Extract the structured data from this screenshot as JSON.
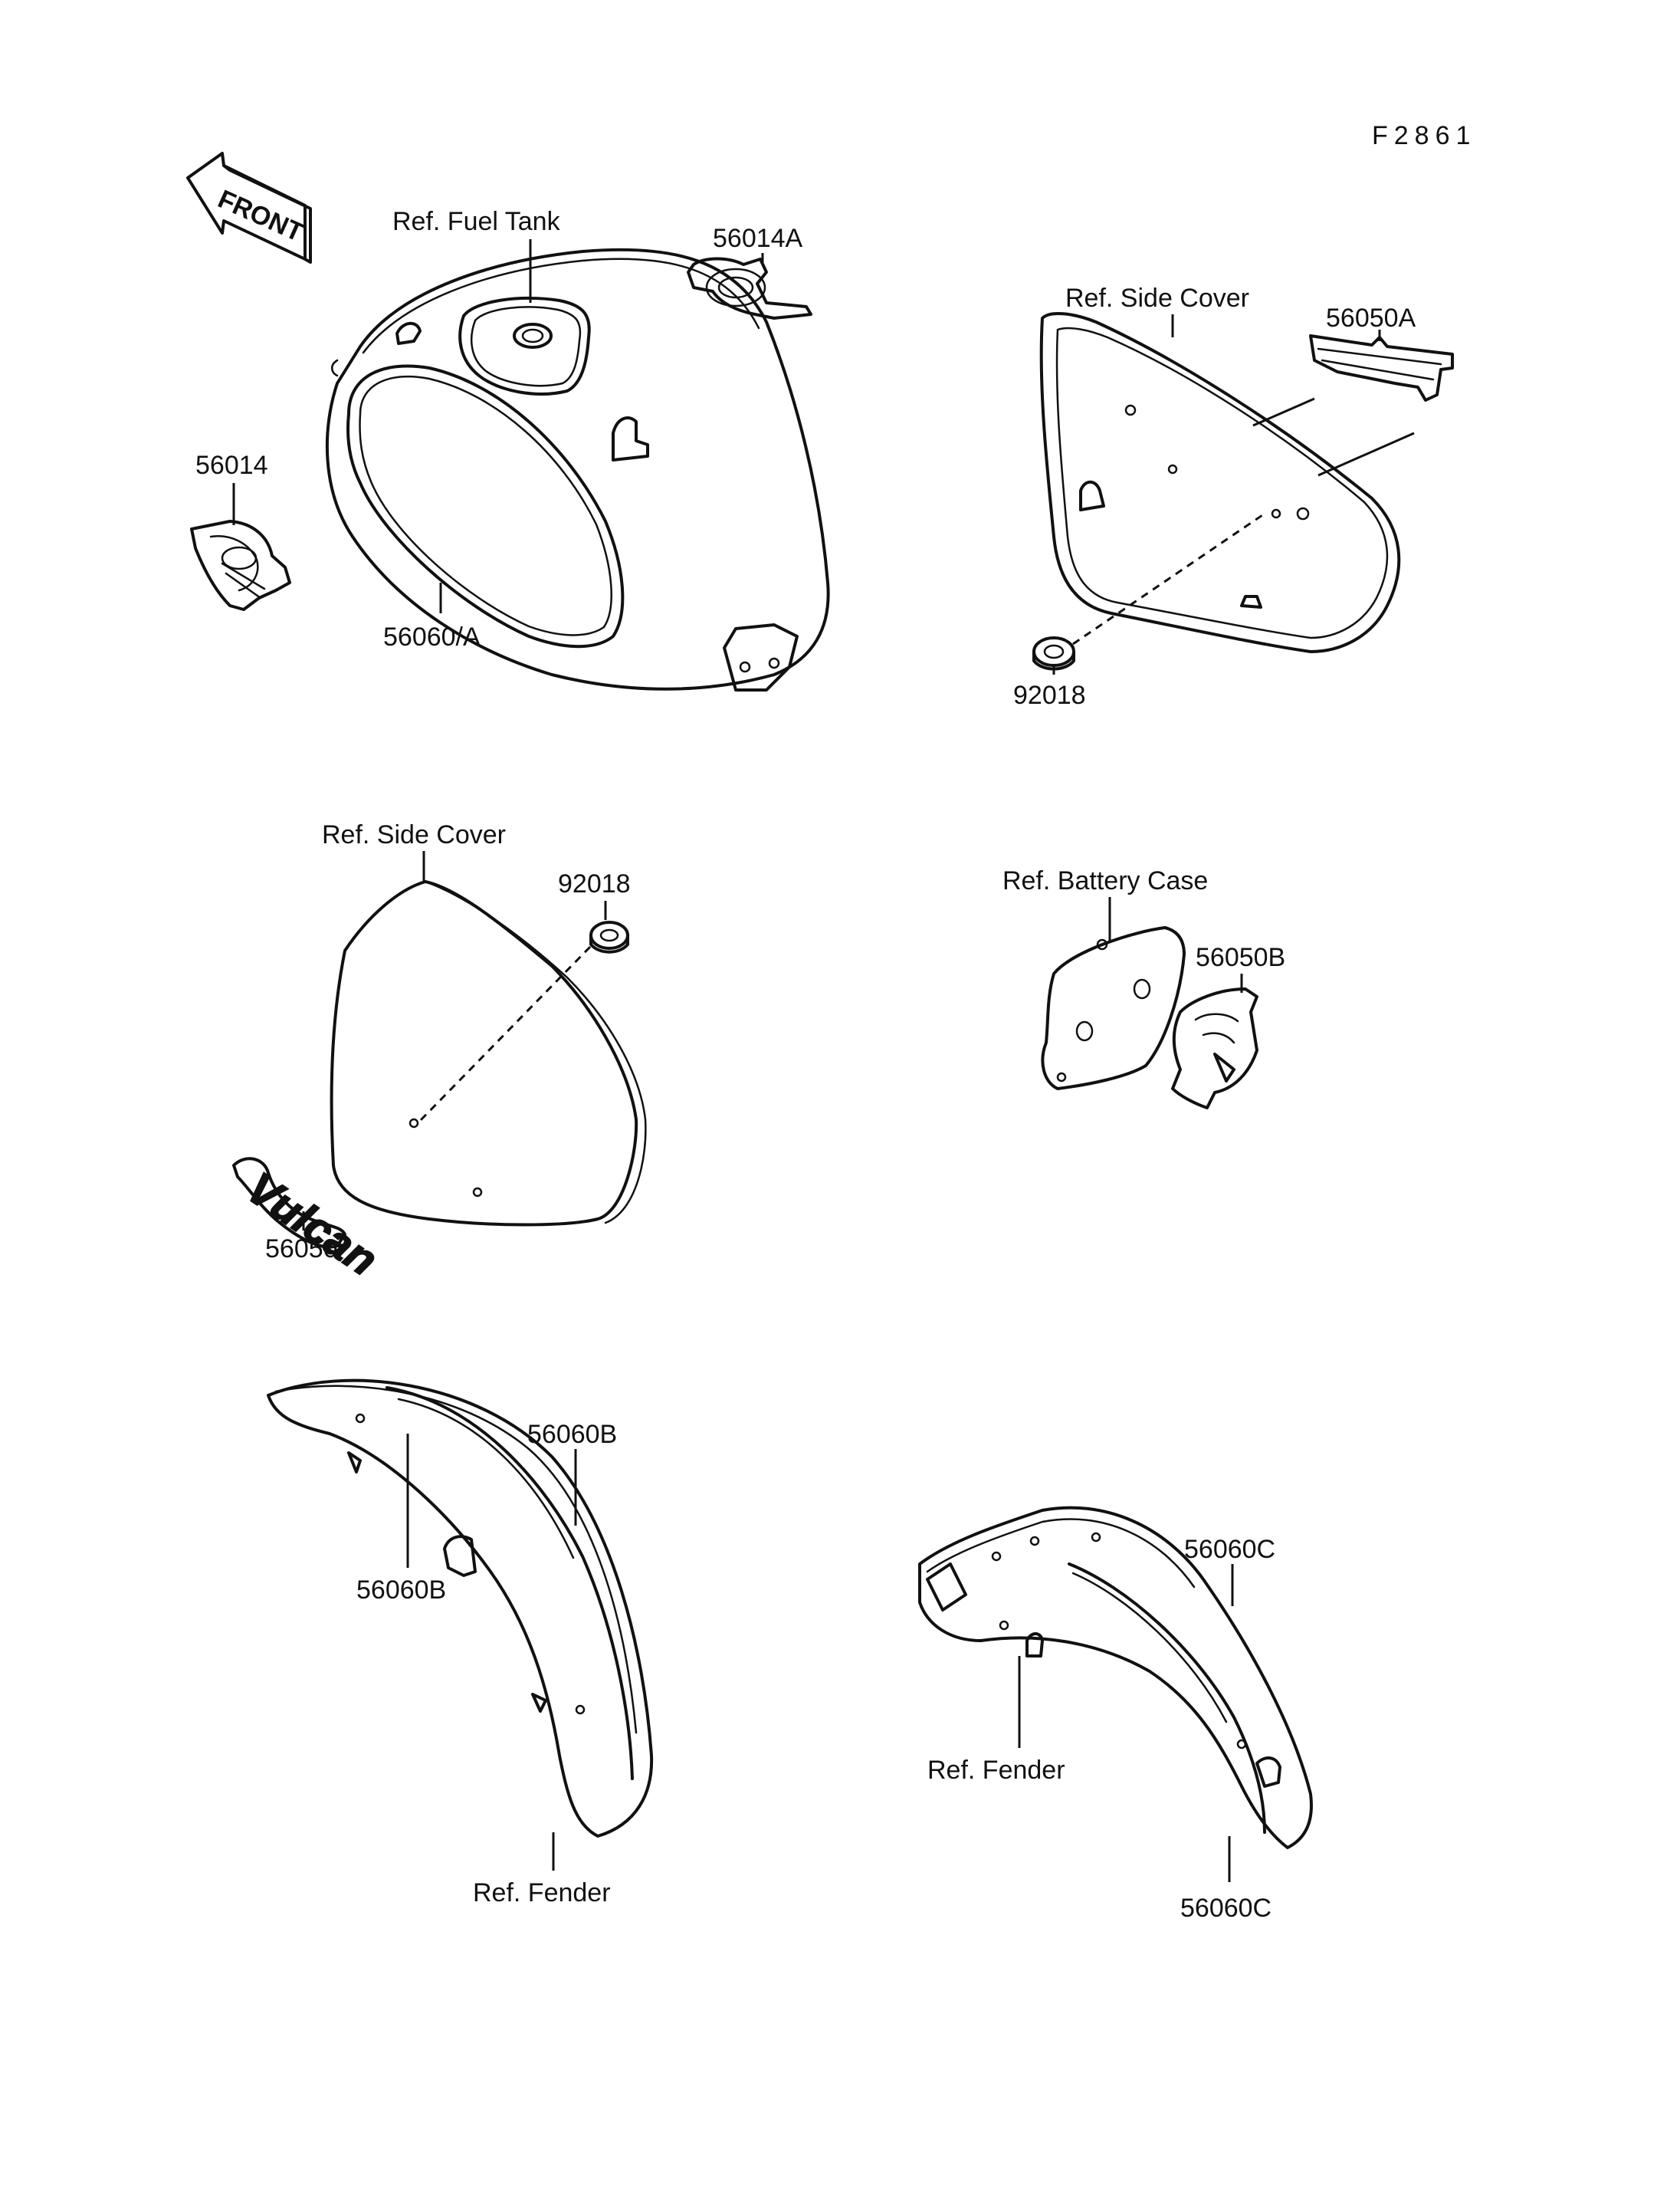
{
  "figure_id": "F2861",
  "front_arrow": {
    "text": "FRONT",
    "icon": "front-direction-arrow-icon"
  },
  "emblem": {
    "text": "Vulcan",
    "icon": "vulcan-script-emblem-icon"
  },
  "labels": {
    "ref_fuel_tank": "Ref. Fuel Tank",
    "part_56014a": "56014A",
    "part_56014": "56014",
    "part_56060a": "56060/A",
    "ref_side_cover_right": "Ref. Side Cover",
    "part_56050a": "56050A",
    "part_92018_right": "92018",
    "ref_side_cover_left": "Ref. Side Cover",
    "part_92018_left": "92018",
    "part_56050": "56050",
    "ref_battery_case": "Ref. Battery Case",
    "part_56050b": "56050B",
    "part_56060b_outer": "56060B",
    "part_56060b_inner": "56060B",
    "ref_front_fender": "Ref. Fender",
    "part_56060c_top": "56060C",
    "ref_rear_fender": "Ref. Fender",
    "part_56060c_bottom": "56060C"
  }
}
